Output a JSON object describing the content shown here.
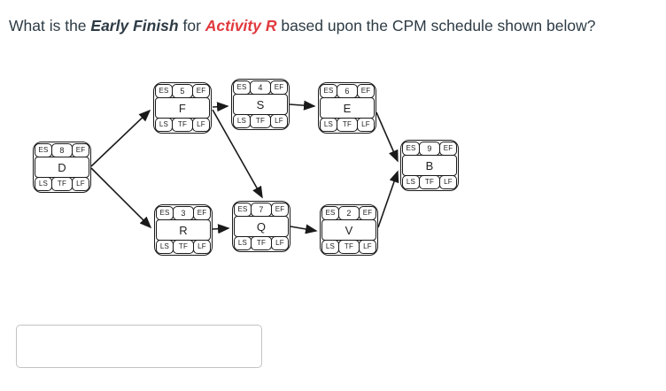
{
  "question": {
    "prefix": "What is the ",
    "term": "Early Finish",
    "middle": " for ",
    "activity": "Activity R",
    "suffix": " based upon the CPM schedule shown below?"
  },
  "colors": {
    "question_text": "#2d3b45",
    "highlight_red": "#e0393e",
    "node_border": "#1a1a1a"
  },
  "diagram": {
    "cell_labels": {
      "es": "ES",
      "ef": "EF",
      "ls": "LS",
      "tf": "TF",
      "lf": "LF"
    },
    "activities": [
      {
        "id": "D",
        "duration": "8"
      },
      {
        "id": "F",
        "duration": "5"
      },
      {
        "id": "S",
        "duration": "4"
      },
      {
        "id": "E",
        "duration": "6"
      },
      {
        "id": "R",
        "duration": "3"
      },
      {
        "id": "Q",
        "duration": "7"
      },
      {
        "id": "V",
        "duration": "2"
      },
      {
        "id": "B",
        "duration": "9"
      }
    ],
    "edges": [
      {
        "from": "D",
        "to": "F"
      },
      {
        "from": "D",
        "to": "R"
      },
      {
        "from": "F",
        "to": "S"
      },
      {
        "from": "F",
        "to": "Q"
      },
      {
        "from": "S",
        "to": "E"
      },
      {
        "from": "R",
        "to": "Q"
      },
      {
        "from": "Q",
        "to": "V"
      },
      {
        "from": "E",
        "to": "B"
      },
      {
        "from": "V",
        "to": "B"
      }
    ]
  },
  "answer": {
    "value": "",
    "placeholder": ""
  }
}
